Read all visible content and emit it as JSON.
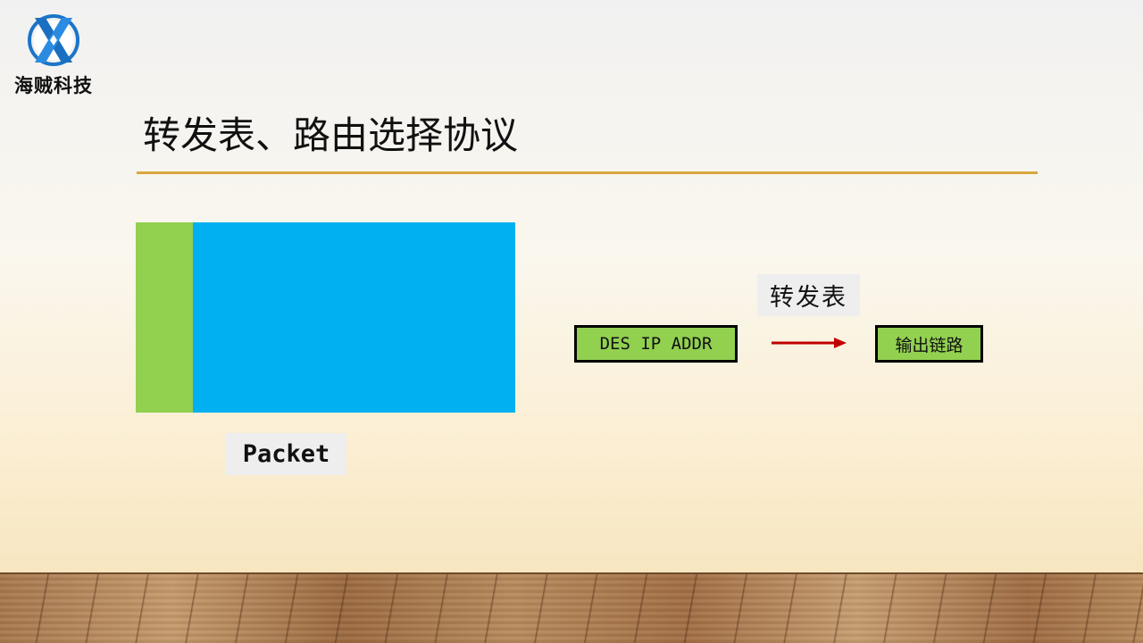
{
  "logo": {
    "text": "海贼科技",
    "icon": "x-logo-icon"
  },
  "slide": {
    "title": "转发表、路由选择协议"
  },
  "packet": {
    "label": "Packet"
  },
  "forwarding": {
    "table_label": "转发表",
    "input_box": "DES IP ADDR",
    "output_box": "输出链路"
  },
  "colors": {
    "header_green": "#92d050",
    "body_blue": "#00b0f0",
    "rule_gold": "#d9a740",
    "arrow_red": "#c00000"
  }
}
